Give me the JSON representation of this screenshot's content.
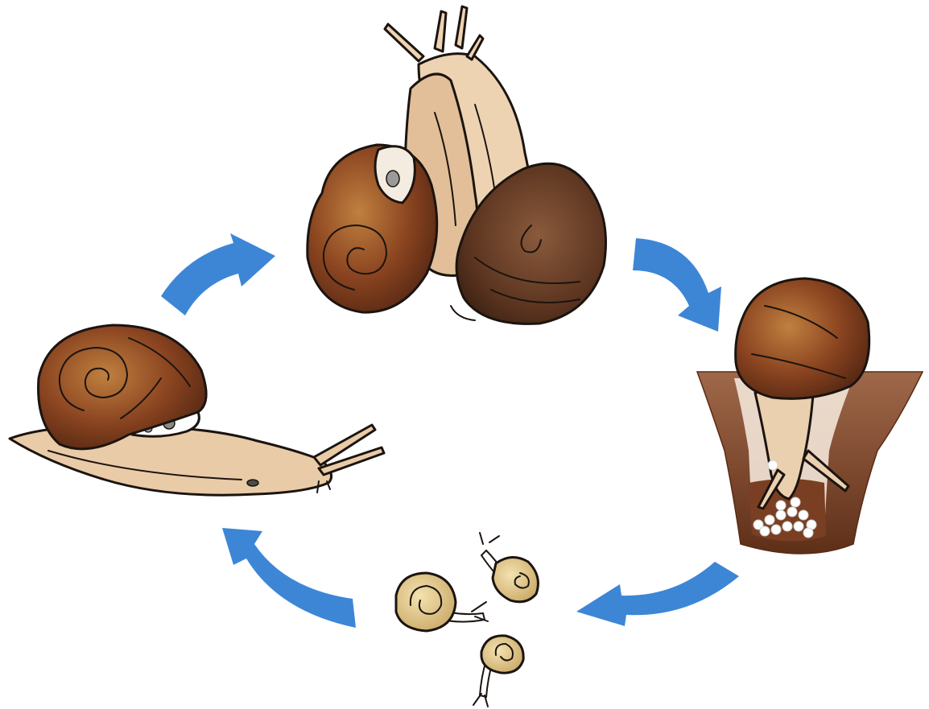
{
  "diagram": {
    "type": "life-cycle",
    "stages": [
      {
        "id": "adult-snail",
        "icon": "adult-snail-icon"
      },
      {
        "id": "mating-snails",
        "icon": "mating-snails-icon"
      },
      {
        "id": "egg-laying",
        "icon": "egg-laying-icon"
      },
      {
        "id": "hatchlings",
        "icon": "hatchling-snails-icon"
      }
    ],
    "arrows": [
      {
        "from": "adult-snail",
        "to": "mating-snails"
      },
      {
        "from": "mating-snails",
        "to": "egg-laying"
      },
      {
        "from": "egg-laying",
        "to": "hatchlings"
      },
      {
        "from": "hatchlings",
        "to": "adult-snail"
      }
    ],
    "colors": {
      "arrow": "#3d86d6",
      "shell_dark": "#5a2a14",
      "shell_mid": "#8a4420",
      "shell_light": "#b9773f",
      "body": "#e9cba7",
      "soil": "#7a3f22",
      "egg": "#ffffff",
      "hatchling_shell": "#e3cc92"
    }
  }
}
